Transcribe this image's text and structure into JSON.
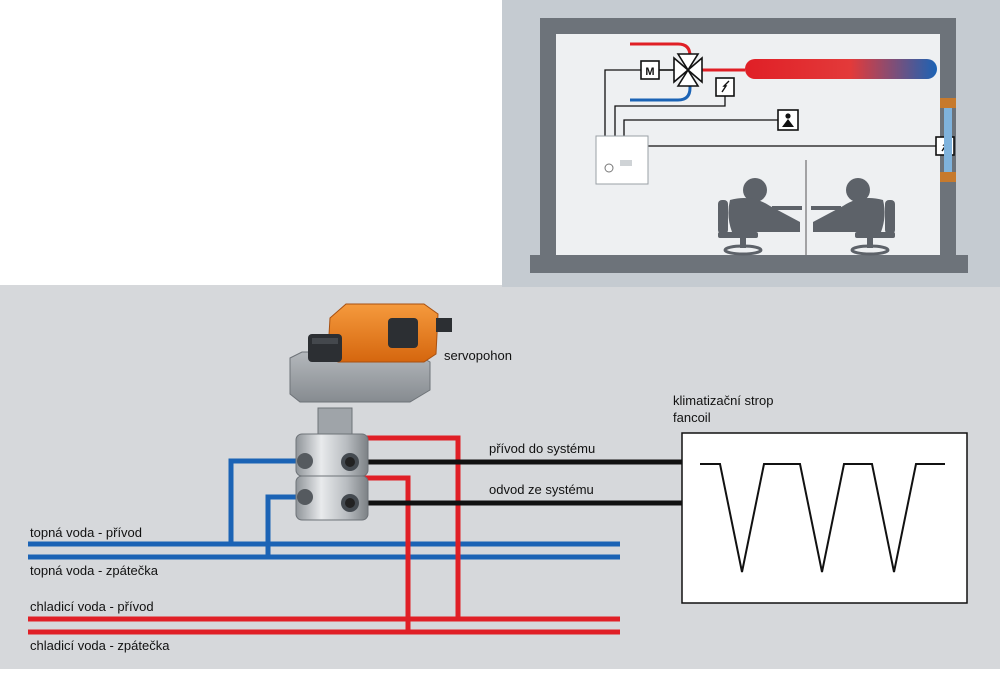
{
  "labels": {
    "actuator": "servopohon",
    "unit_line1": "klimatizační strop",
    "unit_line2": "fancoil",
    "supply_to_system": "přívod do systému",
    "return_from_system": "odvod ze systému",
    "heating_supply": "topná voda - přívod",
    "heating_return": "topná voda - zpátečka",
    "cooling_supply": "chladicí voda - přívod",
    "cooling_return": "chladicí voda - zpátečka"
  },
  "room_diagram": {
    "motor_symbol": "M"
  },
  "colors": {
    "background_panel": "#d6d8db",
    "room_panel": "#c5cbd1",
    "heating_blue": "#1b63b5",
    "cooling_red": "#e01f26",
    "pipe_black": "#111111",
    "actuator_orange": "#f07f1e"
  }
}
